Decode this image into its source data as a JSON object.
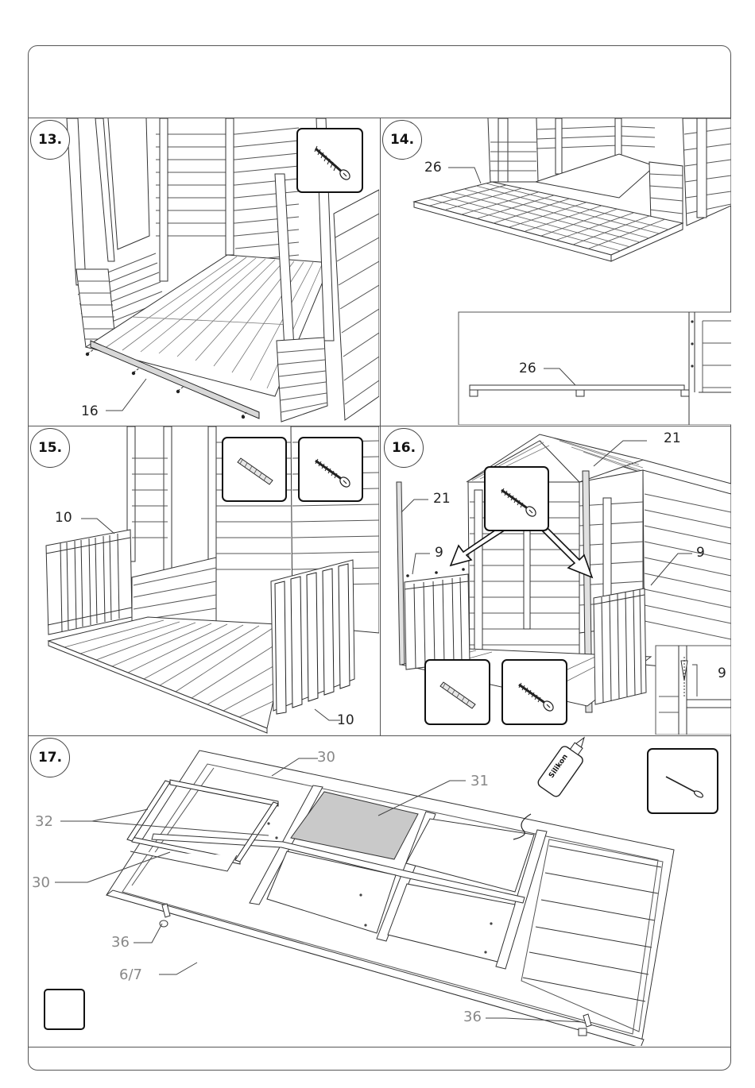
{
  "steps": [
    {
      "number": "13.",
      "callouts": [
        "16"
      ],
      "fixings": [
        "screw-icon"
      ]
    },
    {
      "number": "14.",
      "callouts": [
        "26",
        "26"
      ],
      "fixings": []
    },
    {
      "number": "15.",
      "callouts": [
        "10",
        "10"
      ],
      "fixings": [
        "dowel-icon",
        "screw-icon"
      ]
    },
    {
      "number": "16.",
      "callouts": [
        "21",
        "21",
        "9",
        "9",
        "9"
      ],
      "fixings": [
        "screw-icon",
        "dowel-icon",
        "screw-icon"
      ]
    },
    {
      "number": "17.",
      "callouts": [
        "30",
        "31",
        "32",
        "30",
        "36",
        "6/7",
        "36"
      ],
      "fixings": [
        "nail-icon"
      ]
    }
  ],
  "sealant_label": "Silikon",
  "colors": {
    "line": "#333333",
    "frame": "#555555",
    "glass": "#c9c9c9",
    "callout_light": "#888888"
  }
}
